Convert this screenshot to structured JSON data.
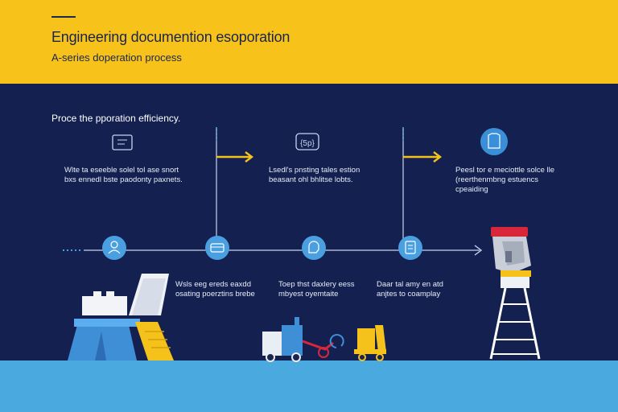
{
  "header": {
    "title": "Engineering documention esoporation",
    "subtitle": "A-series doperation process"
  },
  "intro": "Proce the pporation efficiency.",
  "steps_top": [
    {
      "icon": "document-icon",
      "text_line1": "Wlte ta eseeble solel tol ase snort",
      "text_line2": "bxs ennedl bste paodonty paxnets."
    },
    {
      "icon": "gear-document-icon",
      "badge": "{5p}",
      "text_line1": "Lsedl's pnsting tales estion",
      "text_line2": "beasant ohl bhlitse lobts."
    },
    {
      "icon": "shirt-icon",
      "text_line1": "Peesl tor e meciottle solce lle",
      "text_line2": "(reerthenmbng estuencs",
      "text_line3": "cpeaiding"
    }
  ],
  "steps_bottom": [
    {
      "icon": "person-icon"
    },
    {
      "icon": "toolbox-icon",
      "text_line1": "Wsls eeg ereds eaxdd",
      "text_line2": "osating poerztins brebe"
    },
    {
      "icon": "head-icon",
      "text_line1": "Toep thst daxlery eess",
      "text_line2": "mbyest oyemtaite"
    },
    {
      "icon": "clipboard-icon",
      "text_line1": "Daar tal amy en atd",
      "text_line2": "anjtes to coamplay"
    }
  ],
  "colors": {
    "header_bg": "#f7c21a",
    "main_bg": "#142150",
    "ground": "#4aa9df",
    "accent_yellow": "#f5c21b",
    "node_blue": "#4a9fe0"
  }
}
